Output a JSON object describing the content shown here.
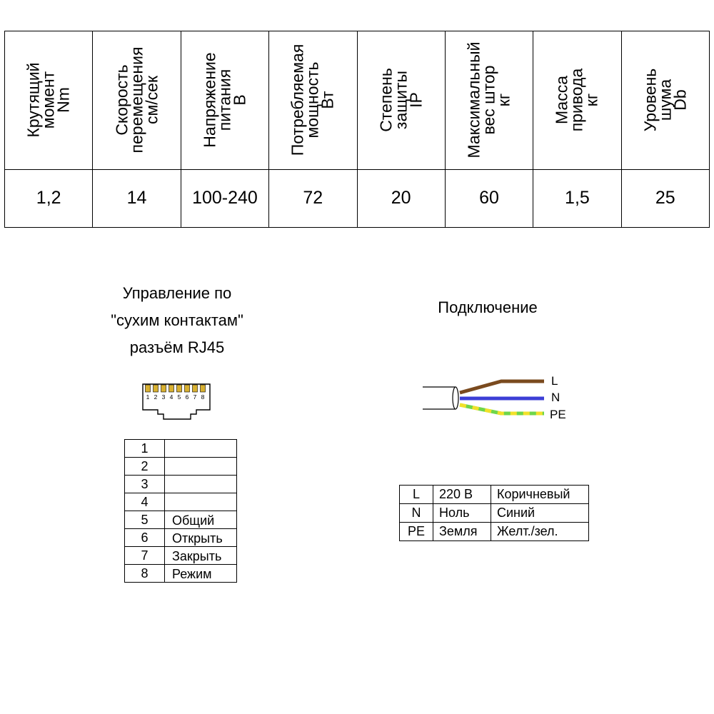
{
  "spec": {
    "headers": [
      [
        "Крутящий",
        "момент",
        "Nm"
      ],
      [
        "Скорость",
        "перемещения",
        "см/сек"
      ],
      [
        "Напряжение",
        "питания",
        "В"
      ],
      [
        "Потребляемая",
        "мощность",
        "Вт"
      ],
      [
        "Степень",
        "защиты",
        "IP"
      ],
      [
        "Максимальный",
        "вес штор",
        "кг"
      ],
      [
        "Масса",
        "привода",
        "кг"
      ],
      [
        "Уровень",
        "шума",
        "Db"
      ]
    ],
    "values": [
      "1,2",
      "14",
      "100-240",
      "72",
      "20",
      "60",
      "1,5",
      "25"
    ]
  },
  "rj45": {
    "title_lines": [
      "Управление по",
      "\"сухим контактам\"",
      "разъём RJ45"
    ],
    "pin_numbers": [
      "1",
      "2",
      "3",
      "4",
      "5",
      "6",
      "7",
      "8"
    ],
    "pins": [
      {
        "num": "1",
        "func": ""
      },
      {
        "num": "2",
        "func": ""
      },
      {
        "num": "3",
        "func": ""
      },
      {
        "num": "4",
        "func": ""
      },
      {
        "num": "5",
        "func": "Общий"
      },
      {
        "num": "6",
        "func": "Открыть"
      },
      {
        "num": "7",
        "func": "Закрыть"
      },
      {
        "num": "8",
        "func": "Режим"
      }
    ]
  },
  "connection": {
    "title": "Подключение",
    "wire_labels": [
      "L",
      "N",
      "PE"
    ],
    "colors": {
      "brown": "#7a4a1e",
      "blue": "#3d3fd6",
      "yellow": "#f2e12a",
      "green": "#6fd64a",
      "pin_gold": "#d8b030"
    },
    "rows": [
      [
        "L",
        "220 В",
        "Коричневый"
      ],
      [
        "N",
        "Ноль",
        "Синий"
      ],
      [
        "PE",
        "Земля",
        "Желт./зел."
      ]
    ]
  }
}
